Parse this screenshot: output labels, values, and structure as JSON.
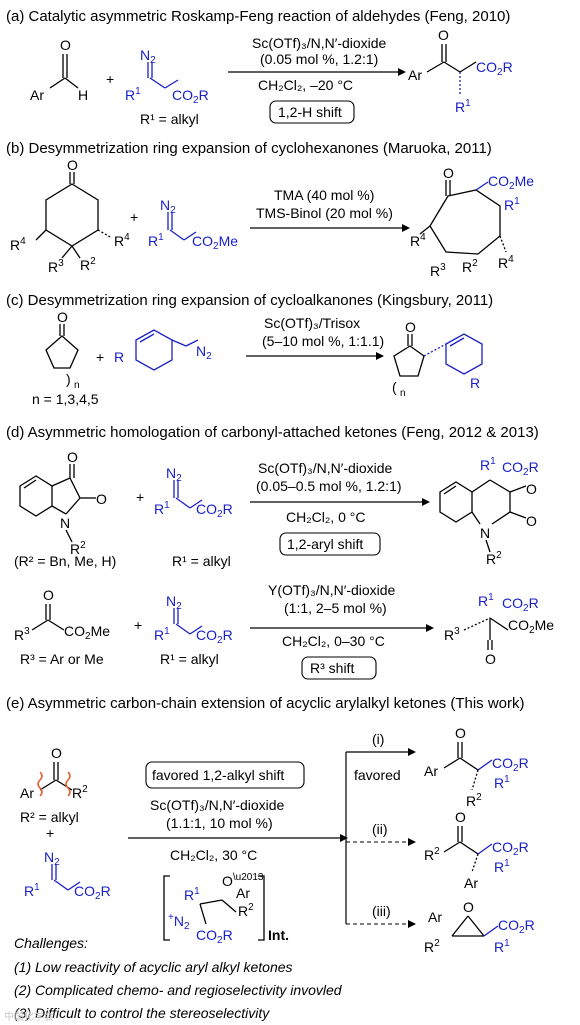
{
  "sections": {
    "a": {
      "heading": "(a) Catalytic asymmetric Roskamp-Feng reaction of aldehydes (Feng, 2010)",
      "reagent_line1": "Sc(OTf)₃/N,N′-dioxide",
      "reagent_line2": "(0.05 mol %, 1.2:1)",
      "reagent_line3": "CH₂Cl₂, –20 °C",
      "shift_label": "1,2-H shift",
      "r1_note": "R¹ = alkyl"
    },
    "b": {
      "heading": "(b) Desymmetrization ring expansion of cyclohexanones (Maruoka, 2011)",
      "reagent_line1": "TMA (40 mol %)",
      "reagent_line2": "TMS-Binol (20 mol %)"
    },
    "c": {
      "heading": "(c) Desymmetrization ring expansion of cycloalkanones (Kingsbury, 2011)",
      "reagent_line1": "Sc(OTf)₃/Trisox",
      "reagent_line2": "(5–10 mol %, 1:1.1)",
      "n_note": "n = 1,3,4,5"
    },
    "d": {
      "heading": "(d) Asymmetric homologation of carbonyl-attached ketones (Feng, 2012 & 2013)",
      "rxn1_line1": "Sc(OTf)₃/N,N′-dioxide",
      "rxn1_line2": "(0.05–0.5 mol %, 1.2:1)",
      "rxn1_line3": "CH₂Cl₂, 0 °C",
      "rxn1_shift": "1,2-aryl shift",
      "rxn1_r2_note": "(R² = Bn, Me, H)",
      "rxn1_r1_note": "R¹ = alkyl",
      "rxn2_line1": "Y(OTf)₃/N,N′-dioxide",
      "rxn2_line2": "(1:1, 2–5 mol %)",
      "rxn2_line3": "CH₂Cl₂, 0–30 °C",
      "rxn2_shift": "R³ shift",
      "rxn2_r3_note": "R³ = Ar or Me",
      "rxn2_r1_note": "R¹ = alkyl"
    },
    "e": {
      "heading": "(e) Asymmetric carbon-chain extension of acyclic arylalkyl ketones (This work)",
      "favored_box": "favored 1,2-alkyl shift",
      "reagent_line1": "Sc(OTf)₃/N,N′-dioxide",
      "reagent_line2": "(1.1:1, 10 mol %)",
      "reagent_line3": "CH₂Cl₂, 30 °C",
      "r2_note": "R² = alkyl",
      "int_label": "Int.",
      "path_i": "(i)",
      "path_i_note": "favored",
      "path_ii": "(ii)",
      "path_iii": "(iii)"
    }
  },
  "challenges": {
    "title": "Challenges:",
    "items": [
      "(1) Low reactivity of  acyclic aryl alkyl ketones",
      "(2) Complicated chemo- and regioselectivity invovled",
      "(3) Difficult to control the stereoselectivity"
    ]
  },
  "watermark": "中国化学会",
  "colors": {
    "accent_blue": "#1a20c8",
    "red_bond": "#e0602a",
    "text": "#000000"
  }
}
